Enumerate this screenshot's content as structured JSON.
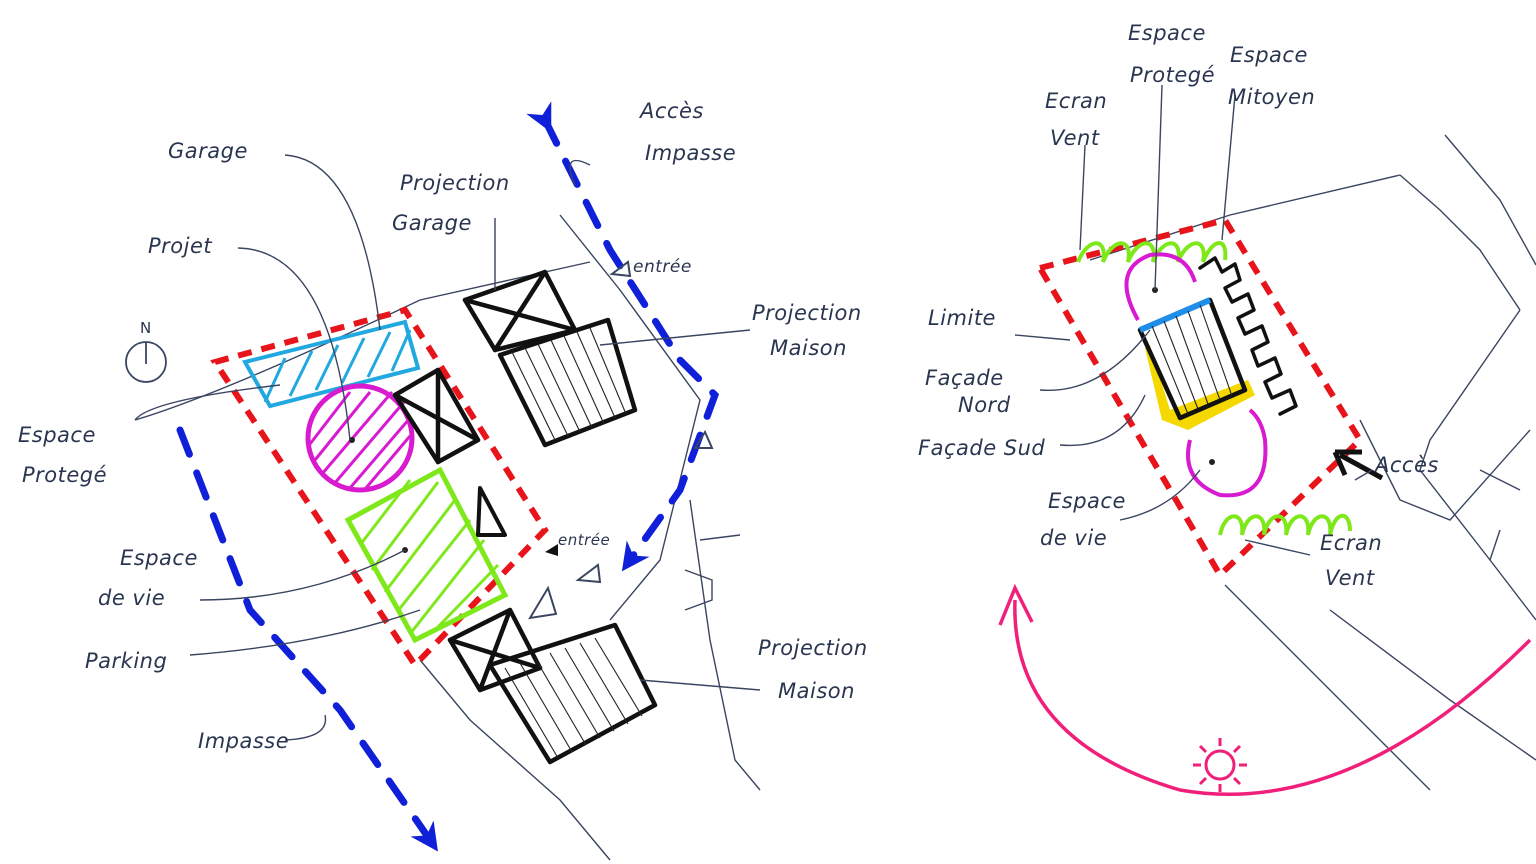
{
  "left_plan": {
    "north_symbol": "N",
    "labels": {
      "garage": "Garage",
      "projet": "Projet",
      "acces_impasse_line1": "Accès",
      "acces_impasse_line2": "Impasse",
      "projection_garage_line1": "Projection",
      "projection_garage_line2": "Garage",
      "entree_top": "entrée",
      "projection_maison_top_line1": "Projection",
      "projection_maison_top_line2": "Maison",
      "espace_protege_line1": "Espace",
      "espace_protege_line2": "Protegé",
      "espace_de_vie_line1": "Espace",
      "espace_de_vie_line2": "de vie",
      "entree_bottom": "entrée",
      "parking": "Parking",
      "projection_maison_bottom_line1": "Projection",
      "projection_maison_bottom_line2": "Maison",
      "impasse": "Impasse"
    }
  },
  "right_plan": {
    "labels": {
      "espace_protege_line1": "Espace",
      "espace_protege_line2": "Protegé",
      "espace_mitoyen_line1": "Espace",
      "espace_mitoyen_line2": "Mitoyen",
      "ecran_vent_top_line1": "Ecran",
      "ecran_vent_top_line2": "Vent",
      "limite": "Limite",
      "facade_nord_line1": "Façade",
      "facade_nord_line2": "Nord",
      "facade_sud": "Façade Sud",
      "acces": "Accès",
      "espace_de_vie_line1": "Espace",
      "espace_de_vie_line2": "de vie",
      "ecran_vent_bottom_line1": "Ecran",
      "ecran_vent_bottom_line2": "Vent"
    }
  },
  "colors": {
    "limit_red": "#e8141b",
    "path_blue": "#1020d8",
    "garage_cyan": "#21a8e0",
    "project_magenta": "#d81ad0",
    "living_green": "#7fe81a",
    "south_yellow": "#f5d800",
    "sun_pink": "#f0207a"
  },
  "icons": [
    "north-compass-icon",
    "sun-icon",
    "entry-triangle-icon",
    "arrow-icon"
  ]
}
